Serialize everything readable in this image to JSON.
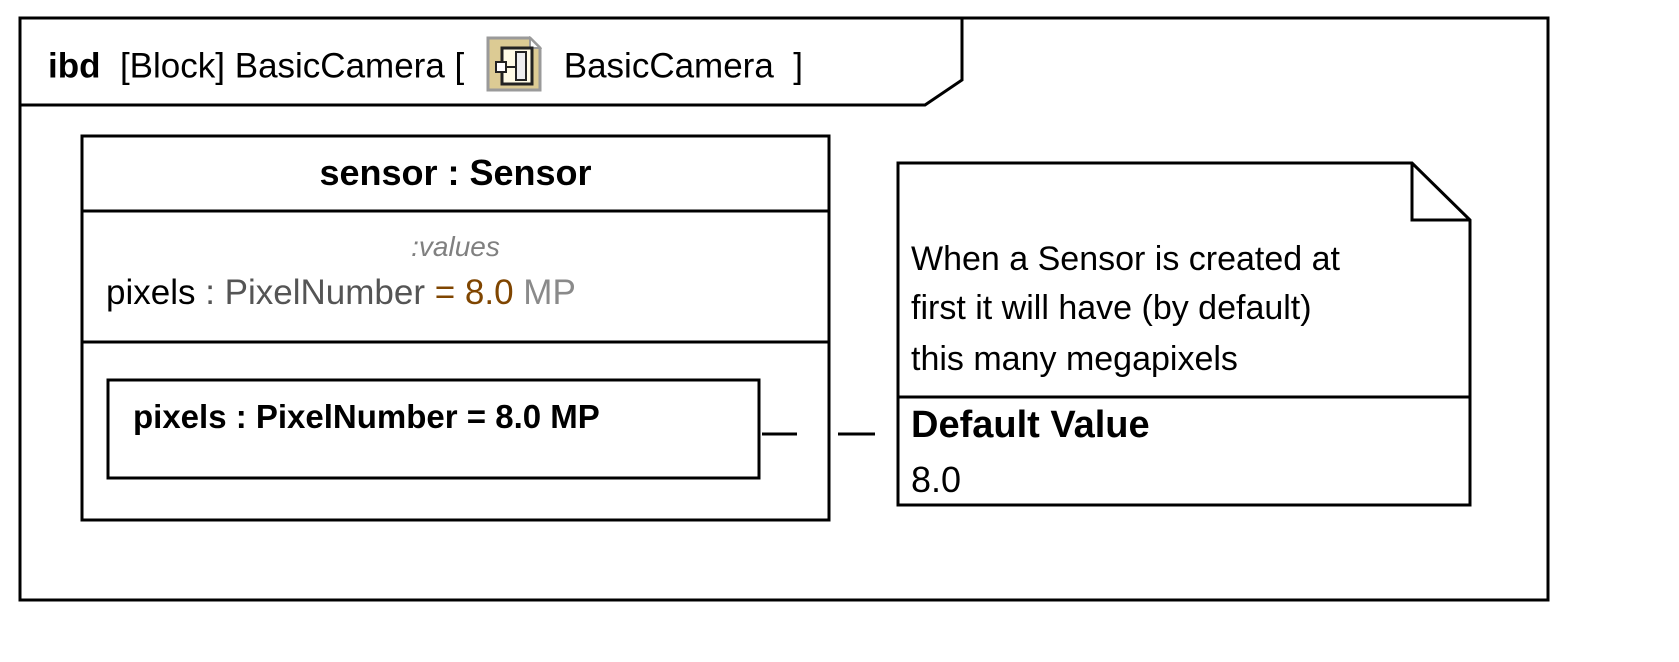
{
  "frame": {
    "kind": "ibd",
    "type_label": "[Block]",
    "name": "BasicCamera",
    "open_bracket": "[",
    "context_icon": "block-diagram-icon",
    "context_name": "BasicCamera",
    "close_bracket": "]"
  },
  "part": {
    "title": "sensor : Sensor",
    "values_label": ":values",
    "property": {
      "name": "pixels",
      "sep": " : ",
      "type": "PixelNumber",
      "eq": " = ",
      "value": "8.0",
      "unit": " MP"
    },
    "inner_property": "pixels : PixelNumber = 8.0 MP"
  },
  "note": {
    "lines": [
      "When a Sensor is created at",
      "first it will have (by default)",
      "this many megapixels"
    ],
    "tag_label": "Default Value",
    "tag_value": "8.0"
  },
  "colors": {
    "value": "#7f4500",
    "type": "#555555",
    "unit": "#8a8a8a"
  }
}
